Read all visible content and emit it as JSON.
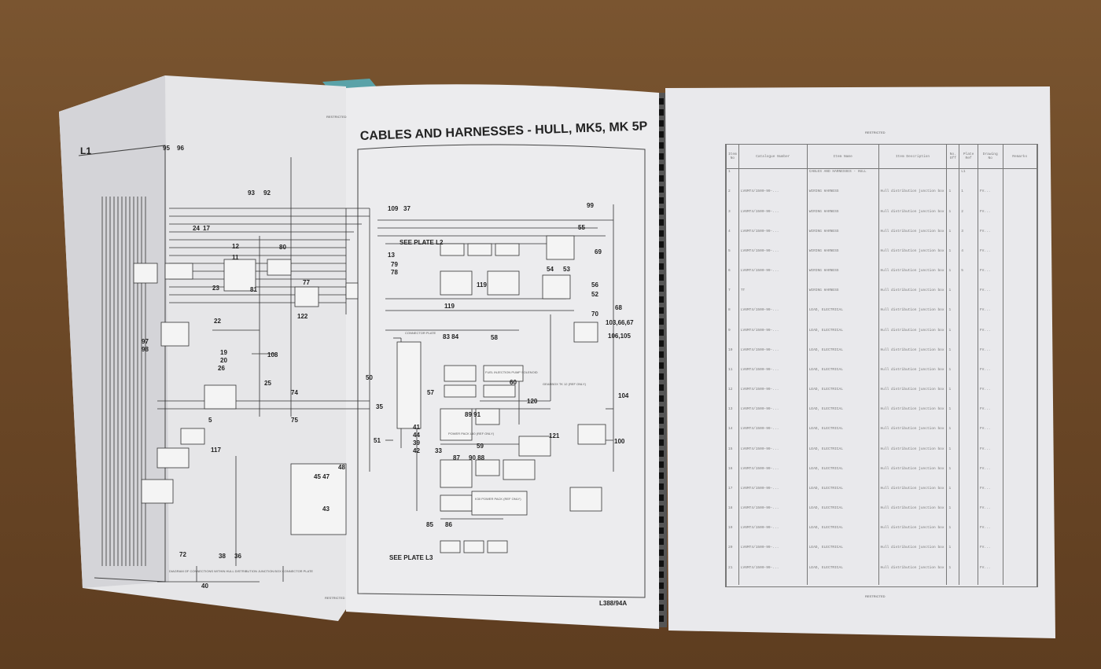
{
  "left_page": {
    "header": "RESTRICTED",
    "title": "CABLES AND HARNESSES - HULL, MK5, MK 5P",
    "plate": "L1",
    "footer": "RESTRICTED",
    "drawing_ref": "L388/94A",
    "see_plate_l2": "SEE PLATE L2",
    "see_plate_l3": "SEE PLATE L3",
    "labels": [
      "95",
      "96",
      "93",
      "92",
      "109",
      "37",
      "99",
      "55",
      "69",
      "13",
      "79",
      "78",
      "119",
      "54",
      "53",
      "56",
      "52",
      "103,66,67",
      "68",
      "70",
      "106,105",
      "104",
      "100",
      "121",
      "120",
      "60",
      "58",
      "83 84",
      "57",
      "89 91",
      "59",
      "87",
      "90 88",
      "85",
      "86",
      "33",
      "41",
      "44",
      "39",
      "42",
      "50",
      "51",
      "35",
      "74",
      "75",
      "25",
      "108",
      "19",
      "20",
      "26",
      "5",
      "117",
      "72",
      "40",
      "38",
      "36",
      "22",
      "23",
      "81",
      "24",
      "17",
      "12",
      "11",
      "80",
      "77",
      "122",
      "45 47",
      "48",
      "43",
      "119",
      "97",
      "98"
    ],
    "boxes": [
      "POWER PACK L60 (REF ONLY)",
      "K30 POWER PACK (REF ONLY)",
      "GEARBOX TK 12 (REF ONLY)",
      "FUEL INJECTION PUMP SOLENOID",
      "CONNECTOR PLATE",
      "DIAGRAM OF CONNECTIONS WITHIN HULL DISTRIBUTION JUNCTION BOX CONNECTOR PLATE"
    ]
  },
  "right_page": {
    "header": "RESTRICTED",
    "footer": "RESTRICTED",
    "columns": [
      "Item No",
      "Catalogue Number",
      "Item Name",
      "Item Description",
      "No. Off",
      "Plate Ref",
      "Drawing No",
      "Remarks"
    ],
    "plate_ref": "L1",
    "rows": [
      {
        "no": "1",
        "cat": "",
        "name": "CABLES AND HARNESSES - HULL",
        "desc": "",
        "qty": "",
        "ref": "",
        "drw": ""
      },
      {
        "no": "2",
        "cat": "LV6MT4/1500-99-...",
        "name": "WIRING HARNESS",
        "desc": "Hull distribution junction box",
        "qty": "1",
        "ref": "1",
        "drw": "FV..."
      },
      {
        "no": "3",
        "cat": "LV6MT4/1500-99-...",
        "name": "WIRING HARNESS",
        "desc": "Hull distribution junction box",
        "qty": "1",
        "ref": "2",
        "drw": "FV..."
      },
      {
        "no": "4",
        "cat": "LV6MT4/1500-99-...",
        "name": "WIRING HARNESS",
        "desc": "Hull distribution junction box",
        "qty": "1",
        "ref": "3",
        "drw": "FV..."
      },
      {
        "no": "5",
        "cat": "LV6MT4/1500-99-...",
        "name": "WIRING HARNESS",
        "desc": "Hull distribution junction box",
        "qty": "1",
        "ref": "4",
        "drw": "FV..."
      },
      {
        "no": "6",
        "cat": "LV6MT4/1500-99-...",
        "name": "WIRING HARNESS",
        "desc": "Hull distribution junction box",
        "qty": "1",
        "ref": "5",
        "drw": "FV..."
      },
      {
        "no": "7",
        "cat": "TT",
        "name": "WIRING HARNESS",
        "desc": "Hull distribution junction box",
        "qty": "1",
        "ref": "",
        "drw": "FV..."
      },
      {
        "no": "8",
        "cat": "LV6MT4/1500-99-...",
        "name": "LEAD, ELECTRICAL",
        "desc": "Hull distribution junction box",
        "qty": "1",
        "ref": "",
        "drw": "FV..."
      },
      {
        "no": "9",
        "cat": "LV6MT4/1500-99-...",
        "name": "LEAD, ELECTRICAL",
        "desc": "Hull distribution junction box",
        "qty": "1",
        "ref": "",
        "drw": "FV..."
      },
      {
        "no": "10",
        "cat": "LV6MT4/1500-99-...",
        "name": "LEAD, ELECTRICAL",
        "desc": "Hull distribution junction box",
        "qty": "1",
        "ref": "",
        "drw": "FV..."
      },
      {
        "no": "11",
        "cat": "LV6MT4/1500-99-...",
        "name": "LEAD, ELECTRICAL",
        "desc": "Hull distribution junction box",
        "qty": "1",
        "ref": "",
        "drw": "FV..."
      },
      {
        "no": "12",
        "cat": "LV6MT4/1500-99-...",
        "name": "LEAD, ELECTRICAL",
        "desc": "Hull distribution junction box",
        "qty": "1",
        "ref": "",
        "drw": "FV..."
      },
      {
        "no": "13",
        "cat": "LV6MT4/1500-99-...",
        "name": "LEAD, ELECTRICAL",
        "desc": "Hull distribution junction box",
        "qty": "1",
        "ref": "",
        "drw": "FV..."
      },
      {
        "no": "14",
        "cat": "LV6MT4/1500-99-...",
        "name": "LEAD, ELECTRICAL",
        "desc": "Hull distribution junction box",
        "qty": "1",
        "ref": "",
        "drw": "FV..."
      },
      {
        "no": "15",
        "cat": "LV6MT4/1500-99-...",
        "name": "LEAD, ELECTRICAL",
        "desc": "Hull distribution junction box",
        "qty": "1",
        "ref": "",
        "drw": "FV..."
      },
      {
        "no": "16",
        "cat": "LV6MT4/1500-99-...",
        "name": "LEAD, ELECTRICAL",
        "desc": "Hull distribution junction box",
        "qty": "1",
        "ref": "",
        "drw": "FV..."
      },
      {
        "no": "17",
        "cat": "LV6MT4/1500-99-...",
        "name": "LEAD, ELECTRICAL",
        "desc": "Hull distribution junction box",
        "qty": "1",
        "ref": "",
        "drw": "FV..."
      },
      {
        "no": "18",
        "cat": "LV6MT4/1500-99-...",
        "name": "LEAD, ELECTRICAL",
        "desc": "Hull distribution junction box",
        "qty": "1",
        "ref": "",
        "drw": "FV..."
      },
      {
        "no": "19",
        "cat": "LV6MT4/1500-99-...",
        "name": "LEAD, ELECTRICAL",
        "desc": "Hull distribution junction box",
        "qty": "1",
        "ref": "",
        "drw": "FV..."
      },
      {
        "no": "20",
        "cat": "LV6MT4/1500-99-...",
        "name": "LEAD, ELECTRICAL",
        "desc": "Hull distribution junction box",
        "qty": "1",
        "ref": "",
        "drw": "FV..."
      },
      {
        "no": "21",
        "cat": "LV6MT4/1500-99-...",
        "name": "LEAD, ELECTRICAL",
        "desc": "Hull distribution junction box",
        "qty": "1",
        "ref": "",
        "drw": "FV..."
      }
    ]
  }
}
